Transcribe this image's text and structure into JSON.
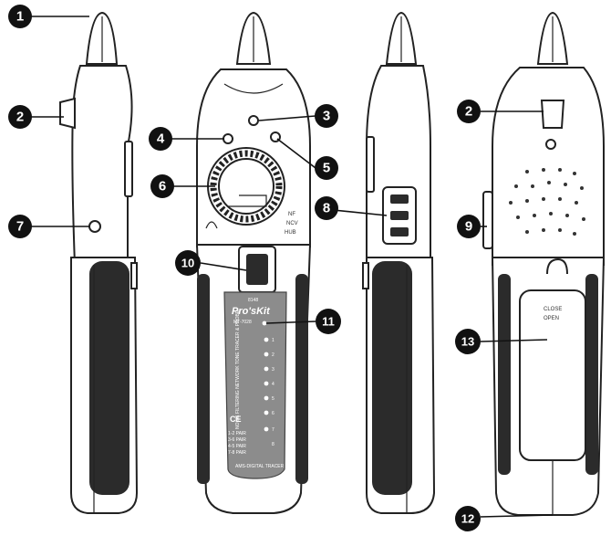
{
  "callouts": [
    {
      "id": "1",
      "label": "1"
    },
    {
      "id": "2a",
      "label": "2"
    },
    {
      "id": "3",
      "label": "3"
    },
    {
      "id": "4",
      "label": "4"
    },
    {
      "id": "5",
      "label": "5"
    },
    {
      "id": "6",
      "label": "6"
    },
    {
      "id": "7",
      "label": "7"
    },
    {
      "id": "8",
      "label": "8"
    },
    {
      "id": "2b",
      "label": "2"
    },
    {
      "id": "9",
      "label": "9"
    },
    {
      "id": "10",
      "label": "10"
    },
    {
      "id": "11",
      "label": "11"
    },
    {
      "id": "13",
      "label": "13"
    },
    {
      "id": "12",
      "label": "12"
    }
  ],
  "panel": {
    "model": "8148",
    "brand": "Pro'sKit",
    "model2": "MT-7028",
    "side_text": "NOISE FILTERING NETWORK TONE TRACER & PROBE",
    "ce": "CE",
    "legend_lines": [
      "1-2 PAIR",
      "3-6 PAIR",
      "4-5 PAIR",
      "7-8 PAIR"
    ],
    "footer": "AMS-DIGITAL TRACER",
    "led_numbers": [
      "1",
      "2",
      "3",
      "4",
      "5",
      "6",
      "7",
      "8"
    ]
  },
  "side_marks": {
    "lines": [
      "NF",
      "NCV",
      "HUB"
    ]
  },
  "battery_door": {
    "close_label": "CLOSE",
    "open_label": "OPEN"
  }
}
